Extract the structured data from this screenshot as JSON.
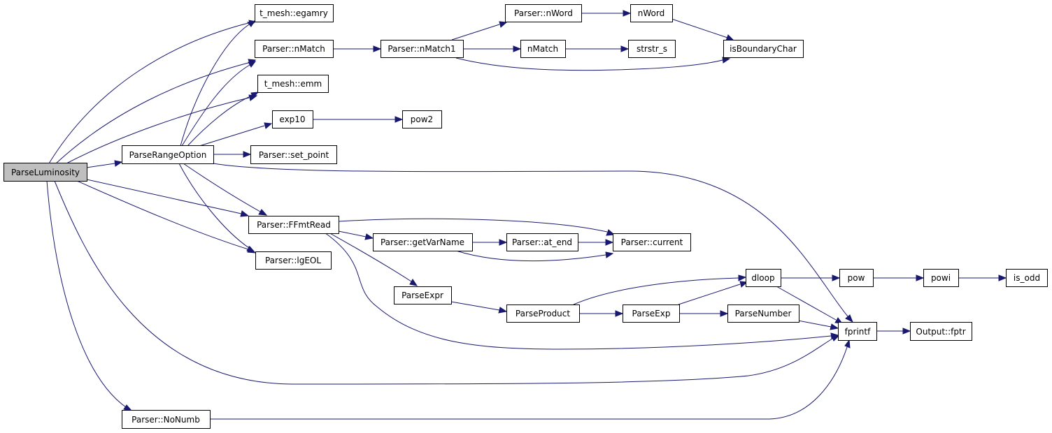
{
  "colors": {
    "edge": "#191970",
    "node_fill": "#ffffff",
    "root_fill": "#bfbfbf",
    "border": "#000000"
  },
  "nodes": {
    "parse_luminosity": "ParseLuminosity",
    "t_mesh_egamry": "t_mesh::egamry",
    "parser_nmatch": "Parser::nMatch",
    "t_mesh_emm": "t_mesh::emm",
    "exp10": "exp10",
    "parse_range_option": "ParseRangeOption",
    "parser_set_point": "Parser::set_point",
    "parser_ffmtread": "Parser::FFmtRead",
    "parser_lgeol": "Parser::lgEOL",
    "parser_nonumb": "Parser::NoNumb",
    "parser_nmatch1": "Parser::nMatch1",
    "parser_nword": "Parser::nWord",
    "nmatch": "nMatch",
    "nword": "nWord",
    "strstr_s": "strstr_s",
    "isboundarychar": "isBoundaryChar",
    "pow2": "pow2",
    "parser_getvarname": "Parser::getVarName",
    "parser_at_end": "Parser::at_end",
    "parser_current": "Parser::current",
    "parseexpr": "ParseExpr",
    "parseproduct": "ParseProduct",
    "parseexp": "ParseExp",
    "parsenumber": "ParseNumber",
    "dloop": "dloop",
    "pow": "pow",
    "powi": "powi",
    "is_odd": "is_odd",
    "fprintf": "fprintf",
    "output_fptr": "Output::fptr"
  }
}
